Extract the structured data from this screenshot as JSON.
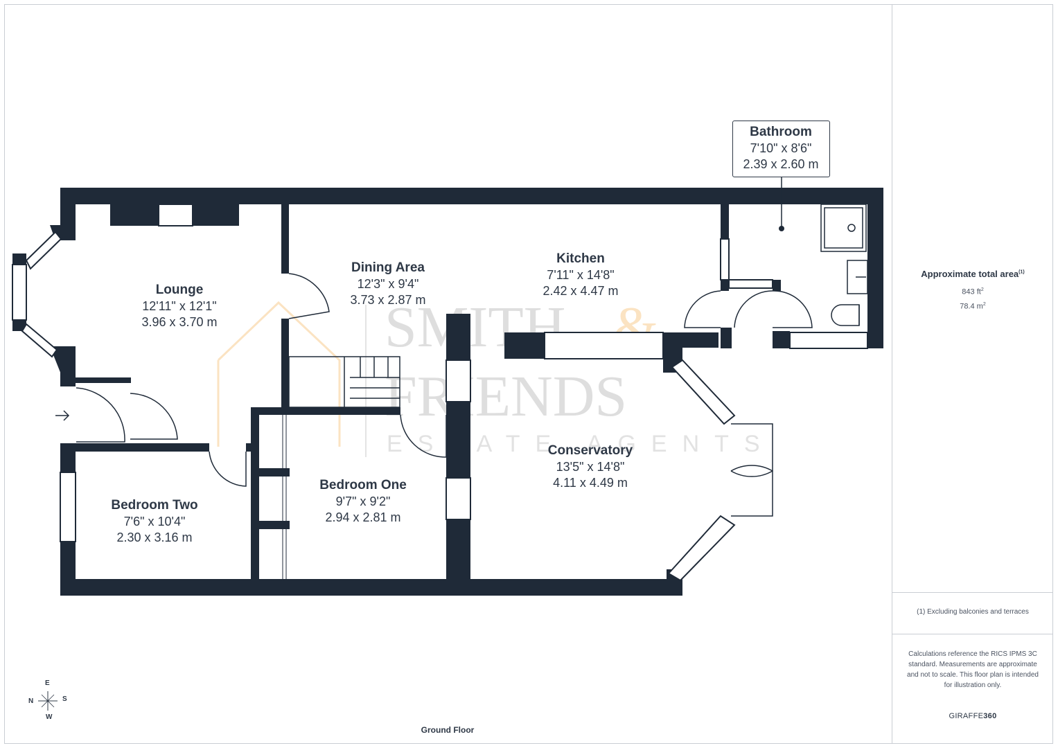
{
  "rooms": {
    "lounge": {
      "name": "Lounge",
      "imperial": "12'11\" x 12'1\"",
      "metric": "3.96 x 3.70 m"
    },
    "dining": {
      "name": "Dining Area",
      "imperial": "12'3\" x 9'4\"",
      "metric": "3.73 x 2.87 m"
    },
    "kitchen": {
      "name": "Kitchen",
      "imperial": "7'11\" x 14'8\"",
      "metric": "2.42 x 4.47 m"
    },
    "bathroom": {
      "name": "Bathroom",
      "imperial": "7'10\" x 8'6\"",
      "metric": "2.39 x 2.60 m"
    },
    "conservatory": {
      "name": "Conservatory",
      "imperial": "13'5\" x 14'8\"",
      "metric": "4.11 x 4.49 m"
    },
    "bedroom_one": {
      "name": "Bedroom One",
      "imperial": "9'7\" x 9'2\"",
      "metric": "2.94 x 2.81 m"
    },
    "bedroom_two": {
      "name": "Bedroom Two",
      "imperial": "7'6\" x 10'4\"",
      "metric": "2.30 x 3.16 m"
    }
  },
  "floor_label": "Ground Floor",
  "watermark": {
    "line1": "SMITH",
    "amp": "&",
    "line2": "FRIENDS",
    "line3": "ESTATE AGENTS"
  },
  "side_panel": {
    "area_title": "Approximate total area",
    "area_sup": "(1)",
    "area_sqft": "843 ft",
    "area_sqm": "78.4 m",
    "sup2": "2",
    "footnote": "(1) Excluding balconies and terraces",
    "disclaimer": "Calculations reference the RICS IPMS 3C standard. Measurements are approximate and not to scale. This floor plan is intended for illustration only.",
    "brand_light": "GIRAFFE",
    "brand_bold": "360"
  },
  "compass": {
    "n": "N",
    "e": "E",
    "s": "S",
    "w": "W"
  },
  "colors": {
    "wall": "#1f2a38",
    "text": "#2e3846",
    "watermark_gray": "#d9d9d9",
    "watermark_orange": "#fbe3c2"
  }
}
